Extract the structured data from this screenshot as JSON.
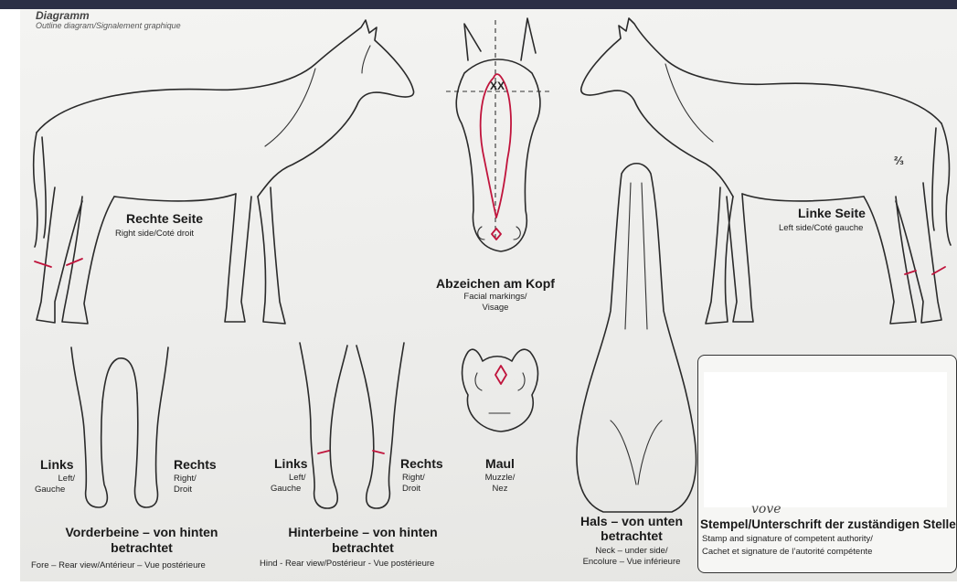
{
  "header": {
    "title": "Diagramm",
    "subtitle": "Outline diagram/Signalement graphique"
  },
  "right_side": {
    "title": "Rechte Seite",
    "sub": "Right side/Coté droit"
  },
  "left_side": {
    "title": "Linke Seite",
    "sub": "Left side/Coté gauche"
  },
  "head": {
    "title": "Abzeichen am Kopf",
    "sub1": "Facial markings/",
    "sub2": "Visage"
  },
  "forelegs": {
    "left": {
      "title": "Links",
      "sub1": "Left/",
      "sub2": "Gauche"
    },
    "right": {
      "title": "Rechts",
      "sub1": "Right/",
      "sub2": "Droit"
    },
    "caption1": "Vorderbeine – von hinten",
    "caption2": "betrachtet",
    "sub": "Fore – Rear view/Antérieur – Vue postérieure"
  },
  "hindlegs": {
    "left": {
      "title": "Links",
      "sub1": "Left/",
      "sub2": "Gauche"
    },
    "right": {
      "title": "Rechts",
      "sub1": "Right/",
      "sub2": "Droit"
    },
    "caption1": "Hinterbeine – von hinten",
    "caption2": "betrachtet",
    "sub": "Hind - Rear view/Postérieur - Vue postérieure"
  },
  "muzzle": {
    "title": "Maul",
    "sub1": "Muzzle/",
    "sub2": "Nez"
  },
  "neck": {
    "title1": "Hals – von unten",
    "title2": "betrachtet",
    "sub1": "Neck – under side/",
    "sub2": "Encolure – Vue inférieure"
  },
  "stamp": {
    "title": "Stempel/Unterschrift der zuständigen Stelle",
    "sub1": "Stamp and signature of competent authority/",
    "sub2": "Cachet et signature de l’autorité compétente",
    "handwriting": "vove"
  },
  "marking_code": "⅔",
  "colors": {
    "marking": "#c0143c",
    "ink": "#2a2a2a",
    "paper": "#eeeeec"
  }
}
